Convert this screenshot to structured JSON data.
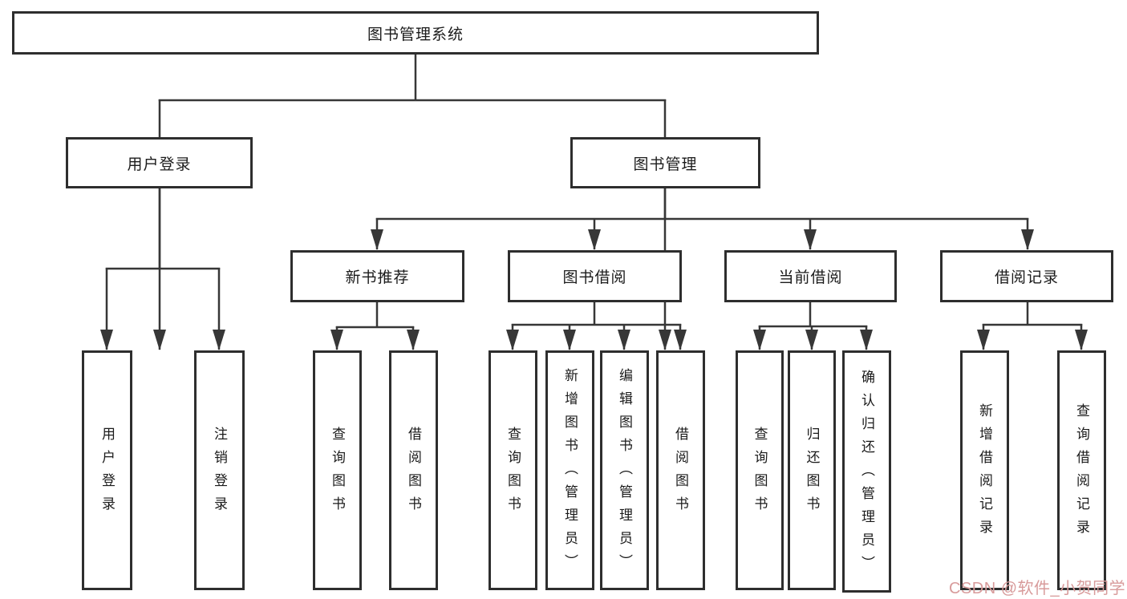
{
  "diagram_title": "图书管理系统",
  "colors": {
    "line": "#373737",
    "box_border": "#2e2e2e",
    "text": "#1b1b1b",
    "background": "#ffffff",
    "watermark": "#d89b9b"
  },
  "nodes": {
    "root": {
      "label": "图书管理系统"
    },
    "branches": [
      {
        "label": "用户登录"
      },
      {
        "label": "图书管理"
      }
    ],
    "modules": [
      {
        "label": "新书推荐"
      },
      {
        "label": "图书借阅"
      },
      {
        "label": "当前借阅"
      },
      {
        "label": "借阅记录"
      }
    ],
    "leaves": [
      {
        "label": "用户登录",
        "parent": "用户登录"
      },
      {
        "label": "注销登录",
        "parent": "用户登录"
      },
      {
        "label": "查询图书",
        "parent": "新书推荐"
      },
      {
        "label": "借阅图书",
        "parent": "新书推荐"
      },
      {
        "label": "查询图书",
        "parent": "图书借阅"
      },
      {
        "label": "新增图书（管理员）",
        "parent": "图书借阅"
      },
      {
        "label": "编辑图书（管理员）",
        "parent": "图书借阅"
      },
      {
        "label": "借阅图书",
        "parent": "图书借阅"
      },
      {
        "label": "查询图书",
        "parent": "当前借阅"
      },
      {
        "label": "归还图书",
        "parent": "当前借阅"
      },
      {
        "label": "确认归还（管理员）",
        "parent": "当前借阅"
      },
      {
        "label": "新增借阅记录",
        "parent": "借阅记录"
      },
      {
        "label": "查询借阅记录",
        "parent": "借阅记录"
      }
    ]
  },
  "watermark": {
    "text": "CSDN @软件_小贺同学"
  }
}
